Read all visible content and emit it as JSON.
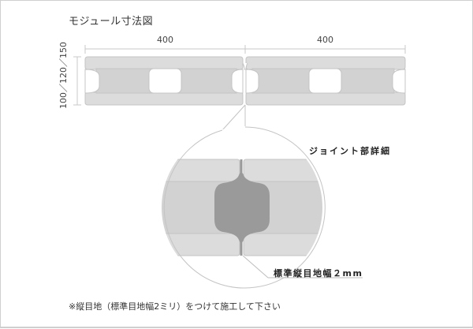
{
  "diagram": {
    "title": "モジュール寸法図",
    "dimensions": {
      "left_width": "400",
      "right_width": "400",
      "height_options": "100／120／150"
    },
    "labels": {
      "joint_detail": "ジョイント部詳細",
      "standard_joint_width": "標準縦目地幅２mm"
    },
    "note": "※縦目地（標準目地幅2ミリ）をつけて施工して下さい",
    "colors": {
      "block_face": "#dcdcdc",
      "block_web": "#d2d2d2",
      "block_edge": "#c4c4c4",
      "joint_fill": "#9a9a9a",
      "lines": "#bdbdbd",
      "frame": "#cfcfcf"
    }
  }
}
